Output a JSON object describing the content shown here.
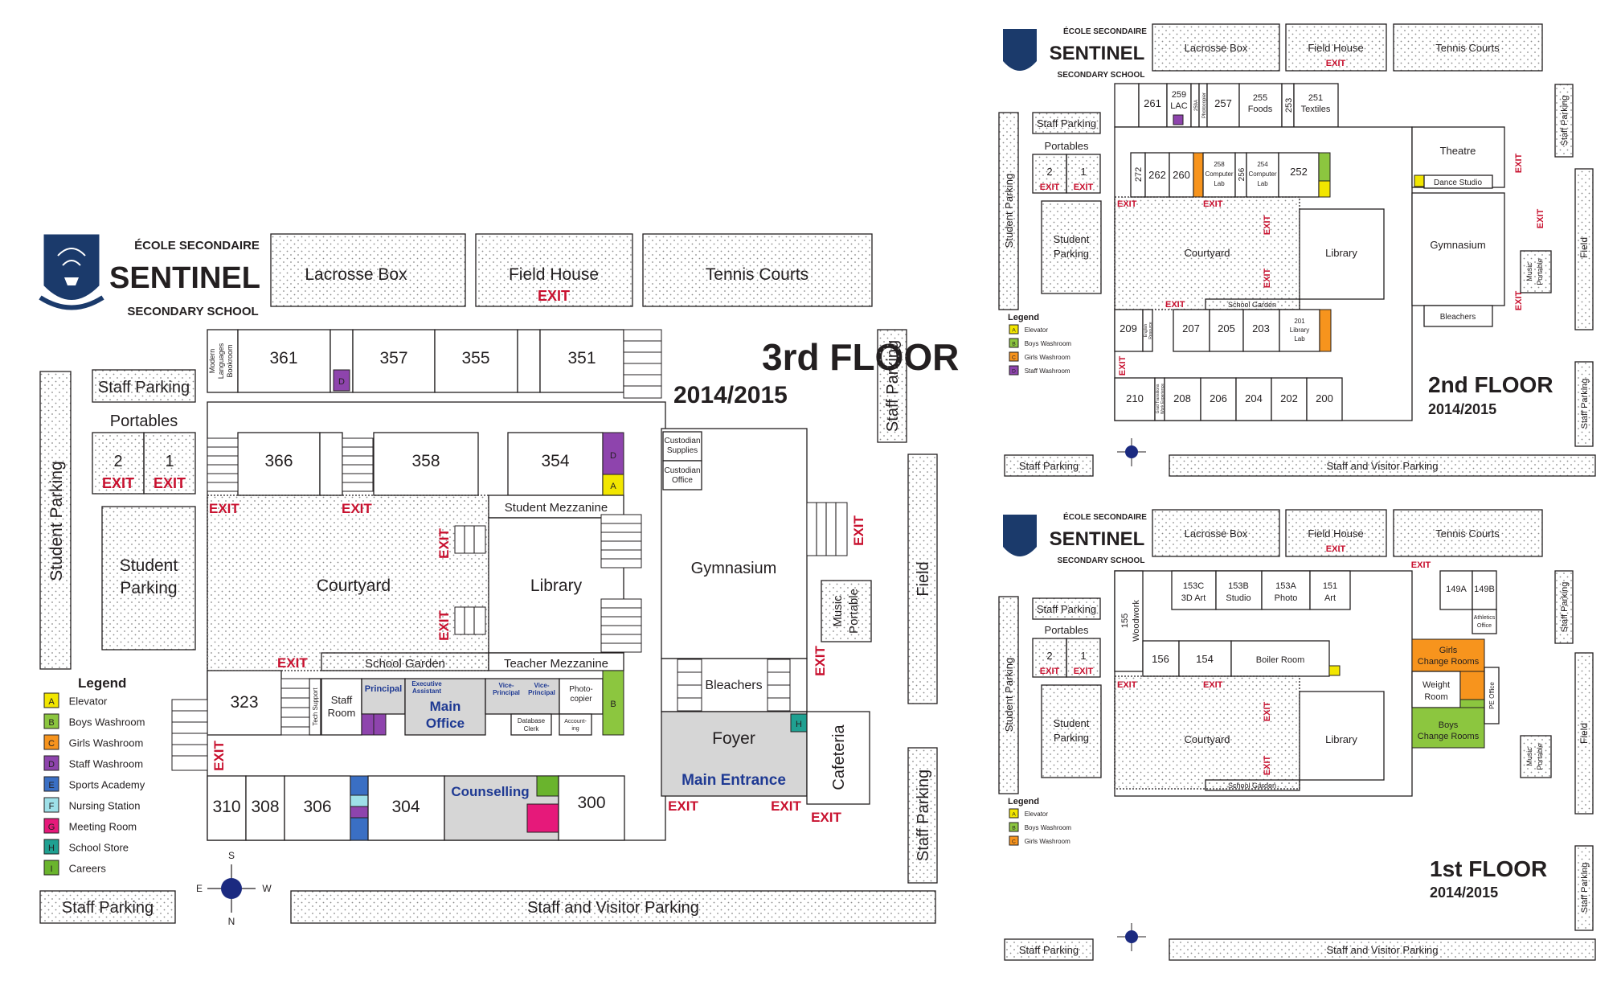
{
  "school": {
    "line1": "ÉCOLE SECONDAIRE",
    "name": "SENTINEL",
    "line3": "SECONDARY SCHOOL"
  },
  "common": {
    "lacrosse": "Lacrosse Box",
    "field_house": "Field House",
    "tennis": "Tennis Courts",
    "exit": "EXIT",
    "staff_parking": "Staff Parking",
    "portables": "Portables",
    "portable_2": "2",
    "portable_1": "1",
    "student_parking": "Student Parking",
    "student_parking_l1": "Student",
    "student_parking_l2": "Parking",
    "staff_visitor": "Staff and Visitor Parking",
    "field": "Field",
    "music_l1": "Music",
    "music_l2": "Portable",
    "courtyard": "Courtyard",
    "library": "Library",
    "school_garden": "School Garden",
    "legend_title": "Legend",
    "compass": {
      "n": "N",
      "s": "S",
      "e": "E",
      "w": "W"
    }
  },
  "legend": [
    {
      "key": "A",
      "label": "Elevator",
      "color": "#f2e600"
    },
    {
      "key": "B",
      "label": "Boys Washroom",
      "color": "#8cc63f"
    },
    {
      "key": "C",
      "label": "Girls Washroom",
      "color": "#f7941d"
    },
    {
      "key": "D",
      "label": "Staff Washroom",
      "color": "#8e44ad"
    },
    {
      "key": "E",
      "label": "Sports Academy",
      "color": "#3a6fc4"
    },
    {
      "key": "F",
      "label": "Nursing Station",
      "color": "#9ee0e8"
    },
    {
      "key": "G",
      "label": "Meeting Room",
      "color": "#e6197a"
    },
    {
      "key": "H",
      "label": "School Store",
      "color": "#1fa091"
    },
    {
      "key": "I",
      "label": "Careers",
      "color": "#6ab42d"
    }
  ],
  "floor3": {
    "title": "3rd FLOOR",
    "year": "2014/2015",
    "rooms": {
      "r361": "361",
      "r357": "357",
      "r355": "355",
      "r351": "351",
      "r366": "366",
      "r358": "358",
      "r354": "354",
      "r323": "323",
      "r310": "310",
      "r308": "308",
      "r306": "306",
      "r304": "304",
      "r300": "300",
      "bookroom_l1": "Modern",
      "bookroom_l2": "Languages",
      "bookroom_l3": "Bookroom",
      "mezz_student": "Student Mezzanine",
      "mezz_teacher": "Teacher Mezzanine",
      "custodian_sup_l1": "Custodian",
      "custodian_sup_l2": "Supplies",
      "custodian_off_l1": "Custodian",
      "custodian_off_l2": "Office",
      "gym": "Gymnasium",
      "bleachers": "Bleachers",
      "foyer": "Foyer",
      "main_entrance": "Main Entrance",
      "cafeteria": "Cafeteria",
      "tech": "Tech Support",
      "staff_room_l1": "Staff",
      "staff_room_l2": "Room",
      "principal": "Principal",
      "exec_l1": "Executive",
      "exec_l2": "Assistant",
      "main_office_l1": "Main",
      "main_office_l2": "Office",
      "vp_l1": "Vice-",
      "vp_l2": "Principal",
      "photo_l1": "Photo-",
      "photo_l2": "copier",
      "db_l1": "Database",
      "db_l2": "Clerk",
      "acct_l1": "Account-",
      "acct_l2": "ing",
      "counselling": "Counselling"
    }
  },
  "floor2": {
    "title": "2nd FLOOR",
    "year": "2014/2015",
    "rooms": {
      "r261": "261",
      "r259": "259",
      "lac": "LAC",
      "r259a": "259A",
      "photocopier": "Photocopier",
      "r257": "257",
      "r255": "255",
      "foods": "Foods",
      "r253": "253",
      "r251": "251",
      "textiles": "Textiles",
      "r272": "272",
      "r262": "262",
      "r260": "260",
      "r258": "258",
      "computer": "Computer",
      "lab": "Lab",
      "r256": "256",
      "r254": "254",
      "r252": "252",
      "theatre": "Theatre",
      "dance": "Dance Studio",
      "gym": "Gymnasium",
      "bleachers": "Bleachers",
      "r209": "209",
      "english_l1": "English",
      "english_l2": "Resource",
      "r207": "207",
      "r205": "205",
      "r203": "203",
      "r201": "201",
      "library_lab_l1": "Library",
      "library_lab_l2": "Lab",
      "r210": "210",
      "grad_l1": "Grad Transitions",
      "grad_l2": "Work Experience",
      "r208": "208",
      "r206": "206",
      "r204": "204",
      "r202": "202",
      "r200": "200"
    },
    "legend": [
      {
        "key": "A",
        "label": "Elevator",
        "color": "#f2e600"
      },
      {
        "key": "B",
        "label": "Boys Washroom",
        "color": "#8cc63f"
      },
      {
        "key": "C",
        "label": "Girls Washroom",
        "color": "#f7941d"
      },
      {
        "key": "D",
        "label": "Staff Washroom",
        "color": "#8e44ad"
      }
    ]
  },
  "floor1": {
    "title": "1st FLOOR",
    "year": "2014/2015",
    "rooms": {
      "r153c": "153C",
      "art3d": "3D Art",
      "r153b": "153B",
      "studio": "Studio",
      "r153a": "153A",
      "photo": "Photo",
      "r151": "151",
      "art": "Art",
      "r149a": "149A",
      "r149b": "149B",
      "athletics_l1": "Athletics",
      "athletics_l2": "Office",
      "r155": "155",
      "woodwork": "Woodwork",
      "r156": "156",
      "r154": "154",
      "boiler": "Boiler Room",
      "girls_cr_l1": "Girls",
      "girls_cr_l2": "Change Rooms",
      "boys_cr_l1": "Boys",
      "boys_cr_l2": "Change Rooms",
      "weight_l1": "Weight",
      "weight_l2": "Room",
      "pe_office": "PE Office"
    },
    "legend": [
      {
        "key": "A",
        "label": "Elevator",
        "color": "#f2e600"
      },
      {
        "key": "B",
        "label": "Boys Washroom",
        "color": "#8cc63f"
      },
      {
        "key": "C",
        "label": "Girls Washroom",
        "color": "#f7941d"
      }
    ]
  }
}
